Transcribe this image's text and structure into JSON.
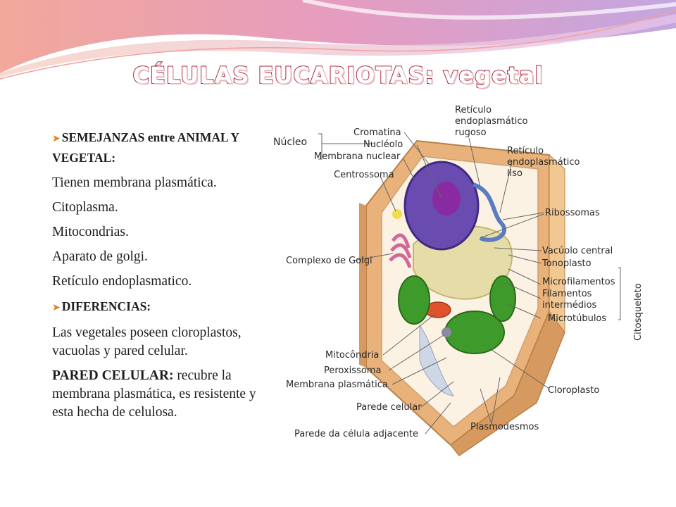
{
  "title": "CÉLULAS EUCARIOTAS: vegetal",
  "text": {
    "heading_similar": "SEMEJANZAS entre ANIMAL Y VEGETAL:",
    "similar_items": [
      "Tienen membrana plasmática.",
      "Citoplasma.",
      "Mitocondrias.",
      "Aparato de golgi.",
      "Retículo endoplasmatico."
    ],
    "heading_diff": "DIFERENCIAS:",
    "diff_text": "Las vegetales poseen cloroplastos, vacuolas y pared celular.",
    "wall_term": "PARED CELULAR:",
    "wall_text": " recubre la membrana plasmática, es resistente y esta hecha de celulosa."
  },
  "diagram": {
    "labels": {
      "nucleo": "Núcleo",
      "cromatina": "Cromatina",
      "nucleolo": "Nucléolo",
      "membrana_nuclear": "Membrana nuclear",
      "centrossoma": "Centrossoma",
      "rer_1": "Retículo",
      "rer_2": "endoplasmático",
      "rer_3": "rugoso",
      "rel_1": "Retículo",
      "rel_2": "endoplasmático",
      "rel_3": "liso",
      "ribossomas": "Ribossomas",
      "vacuolo": "Vacúolo central",
      "tonoplasto": "Tonoplasto",
      "golgi": "Complexo de Golgi",
      "microfilamentos": "Microfilamentos",
      "filamentos_1": "Filamentos",
      "filamentos_2": "intermédios",
      "microtubulos": "Microtúbulos",
      "citosqueleto": "Citosqueleto",
      "mitocondria": "Mitocôndria",
      "peroxissoma": "Peroxissoma",
      "membrana_plasmatica": "Membrana plasmática",
      "cloroplasto": "Cloroplasto",
      "parede_celular": "Parede celular",
      "plasmodesmos": "Plasmodesmos",
      "parede_adjacente": "Parede da célula adjacente"
    }
  },
  "colors": {
    "title_stroke": "#b0263a",
    "bullet_arrow": "#e07c1a",
    "cell_wall": "#e8b27a",
    "chloroplast": "#3e9a2a",
    "nucleus": "#6a4bb0",
    "vacuole": "#e6dca8"
  }
}
